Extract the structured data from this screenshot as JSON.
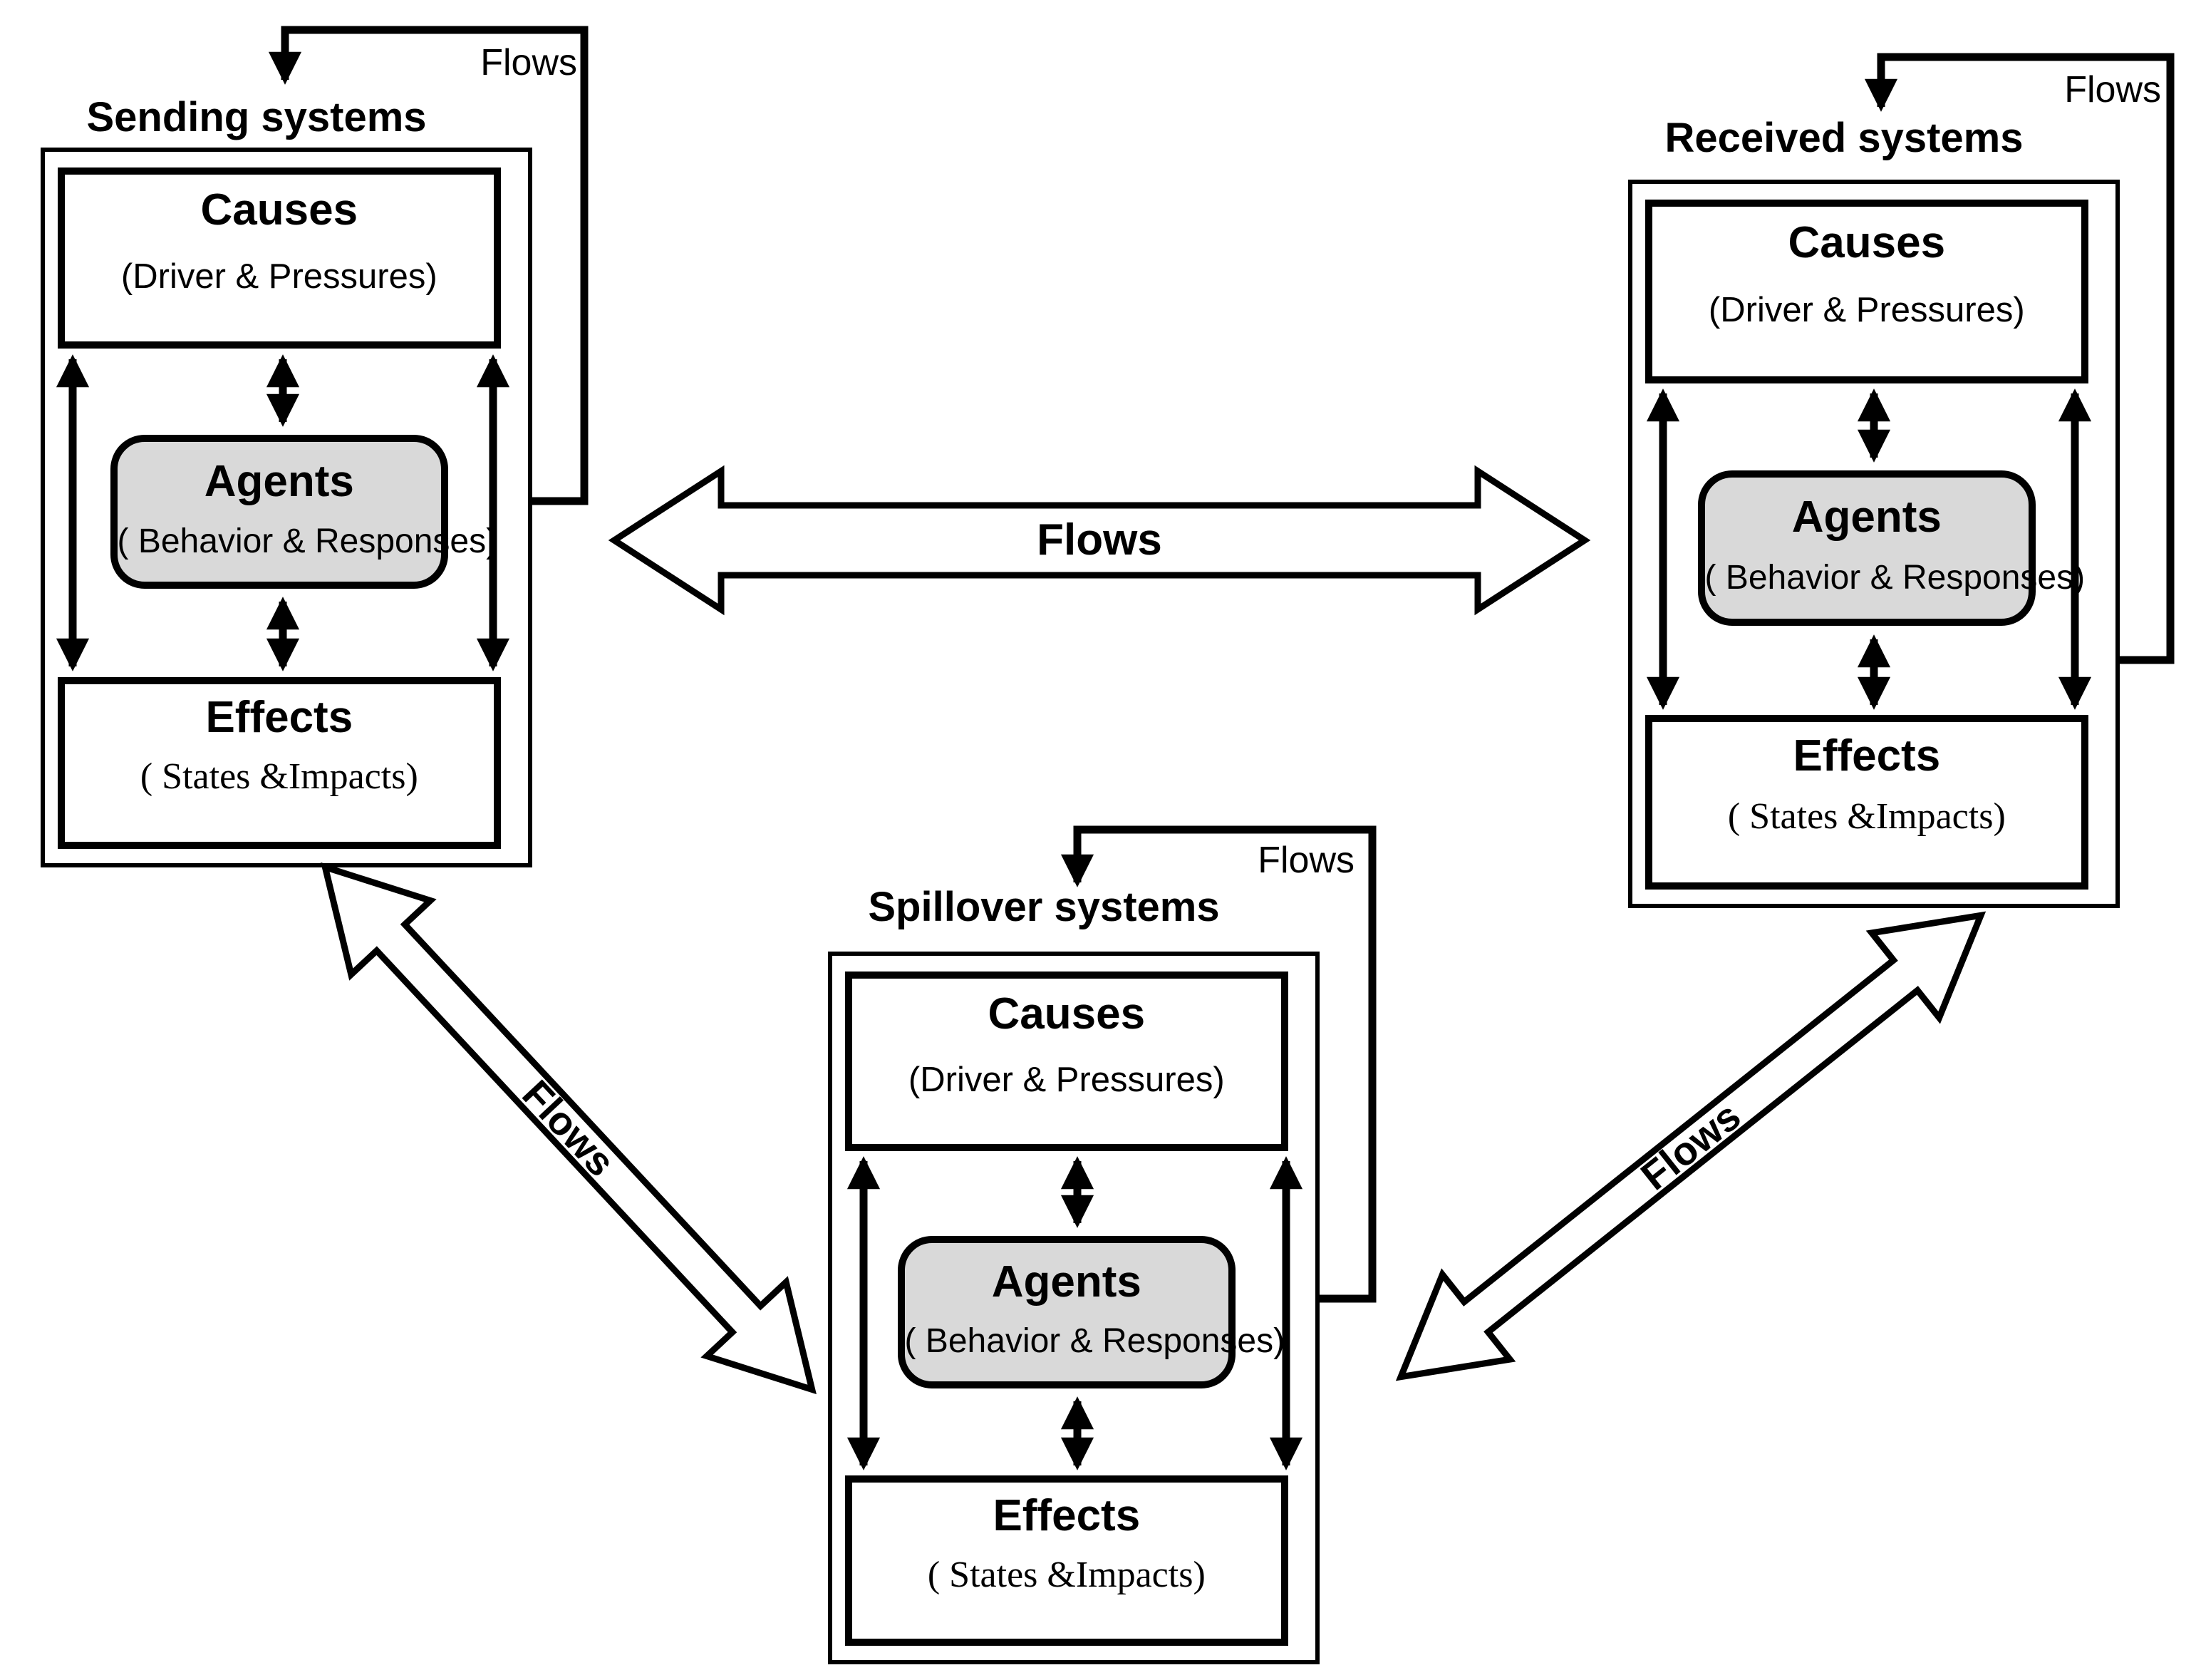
{
  "figure": {
    "background": "#ffffff",
    "line_color": "#000000",
    "agents_fill": "#d9d9d9"
  },
  "systems": [
    {
      "title": "Sending systems",
      "loop_label": "Flows",
      "causes": {
        "heading": "Causes",
        "subtitle": "(Driver & Pressures)"
      },
      "agents": {
        "heading": "Agents",
        "subtitle": "( Behavior & Responses)"
      },
      "effects": {
        "heading": "Effects",
        "subtitle": "( States &Impacts)"
      }
    },
    {
      "title": "Received systems",
      "loop_label": "Flows",
      "causes": {
        "heading": "Causes",
        "subtitle": "(Driver & Pressures)"
      },
      "agents": {
        "heading": "Agents",
        "subtitle": "( Behavior & Responses)"
      },
      "effects": {
        "heading": "Effects",
        "subtitle": "( States &Impacts)"
      }
    },
    {
      "title": "Spillover systems",
      "loop_label": "Flows",
      "causes": {
        "heading": "Causes",
        "subtitle": "(Driver & Pressures)"
      },
      "agents": {
        "heading": "Agents",
        "subtitle": "( Behavior & Responses)"
      },
      "effects": {
        "heading": "Effects",
        "subtitle": "( States &Impacts)"
      }
    }
  ],
  "connectors": {
    "center": {
      "label": "Flows"
    },
    "left_diagonal": {
      "label": "Flows"
    },
    "right_diagonal": {
      "label": "Flows"
    }
  }
}
